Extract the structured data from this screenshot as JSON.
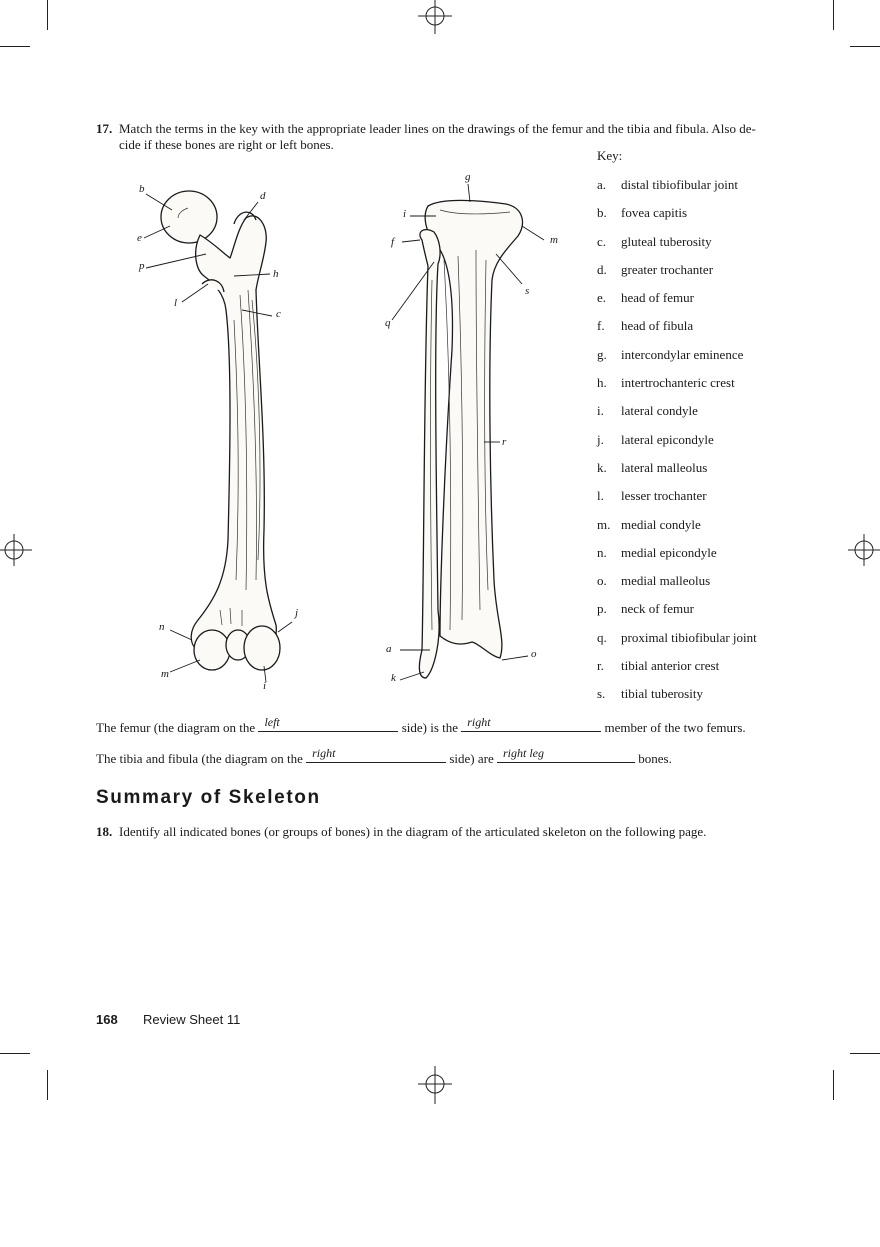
{
  "question17": {
    "number": "17.",
    "line1": "Match the terms in the key with the appropriate leader lines on the drawings of the femur and the tibia and fibula. Also de-",
    "line2": "cide if these bones are right or left bones."
  },
  "key": {
    "title": "Key:",
    "items": [
      {
        "letter": "a.",
        "term": "distal tibiofibular joint"
      },
      {
        "letter": "b.",
        "term": "fovea capitis"
      },
      {
        "letter": "c.",
        "term": "gluteal tuberosity"
      },
      {
        "letter": "d.",
        "term": "greater trochanter"
      },
      {
        "letter": "e.",
        "term": "head of femur"
      },
      {
        "letter": "f.",
        "term": "head of fibula"
      },
      {
        "letter": "g.",
        "term": "intercondylar eminence"
      },
      {
        "letter": "h.",
        "term": "intertrochanteric crest"
      },
      {
        "letter": "i.",
        "term": "lateral condyle"
      },
      {
        "letter": "j.",
        "term": "lateral epicondyle"
      },
      {
        "letter": "k.",
        "term": "lateral malleolus"
      },
      {
        "letter": "l.",
        "term": "lesser trochanter"
      },
      {
        "letter": "m.",
        "term": "medial condyle"
      },
      {
        "letter": "n.",
        "term": "medial epicondyle"
      },
      {
        "letter": "o.",
        "term": "medial malleolus"
      },
      {
        "letter": "p.",
        "term": "neck of femur"
      },
      {
        "letter": "q.",
        "term": "proximal tibiofibular joint"
      },
      {
        "letter": "r.",
        "term": "tibial anterior crest"
      },
      {
        "letter": "s.",
        "term": "tibial tuberosity"
      }
    ]
  },
  "femur_labels": {
    "b": "b",
    "d": "d",
    "e": "e",
    "p": "p",
    "h": "h",
    "l": "l",
    "c": "c",
    "j": "j",
    "n": "n",
    "m": "m",
    "i": "i"
  },
  "tibia_labels": {
    "g": "g",
    "i": "i",
    "f": "f",
    "m": "m",
    "s": "s",
    "q": "q",
    "r": "r",
    "a": "a",
    "o": "o",
    "k": "k"
  },
  "answers": {
    "femur_prefix": "The femur (the diagram on the",
    "femur_side": "left",
    "femur_mid": "side) is the",
    "femur_member": "right",
    "femur_suffix": "member of the two femurs.",
    "tibia_prefix": "The tibia and fibula (the diagram on the",
    "tibia_side": "right",
    "tibia_mid": "side) are",
    "tibia_answer": "right leg",
    "tibia_suffix": "bones."
  },
  "summary": {
    "heading": "Summary of Skeleton",
    "q_number": "18.",
    "q_text": "Identify all indicated bones (or groups of bones) in the diagram of the articulated skeleton on the following page."
  },
  "footer": {
    "page_number": "168",
    "title": "Review Sheet 11"
  }
}
